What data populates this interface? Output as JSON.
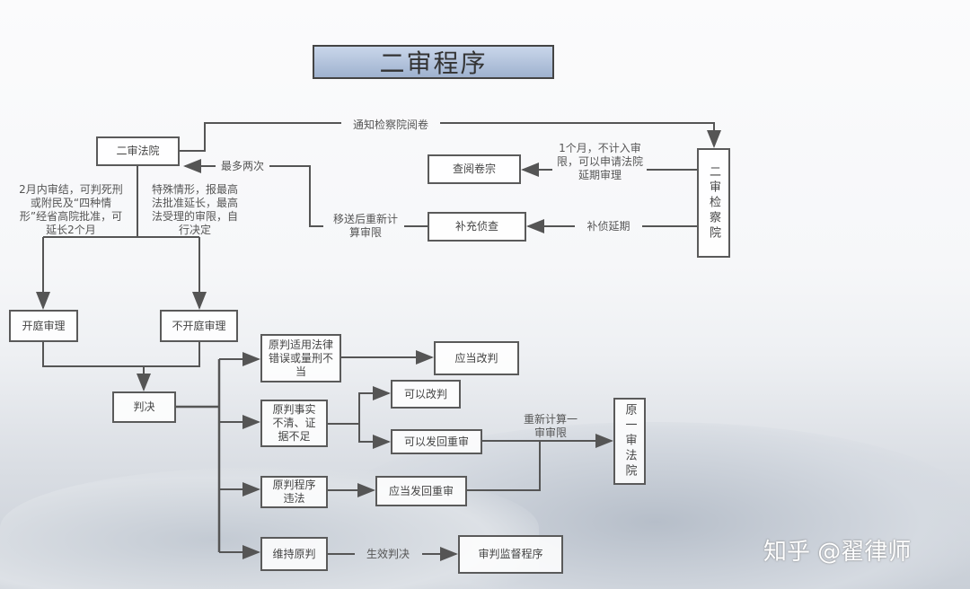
{
  "title": "二审程序",
  "nodes": {
    "second_court": "二审法院",
    "second_procuratorate": "二审检察院",
    "review_files": "查阅卷宗",
    "supplementary_investigation": "补充侦查",
    "open_trial": "开庭审理",
    "closed_trial": "不开庭审理",
    "judgment": "判决",
    "wrong_law": "原判适用法律错误或量刑不当",
    "should_change": "应当改判",
    "unclear_facts": "原判事实不清、证据不足",
    "may_change": "可以改判",
    "may_remand": "可以发回重审",
    "illegal_procedure": "原判程序违法",
    "must_remand": "应当发回重审",
    "original_court": "原一审法院",
    "uphold": "维持原判",
    "supervision": "审判监督程序"
  },
  "labels": {
    "notify": "通知检察院阅卷",
    "one_month": "1个月，不计入审限，可以申请法院延期审理",
    "extend_investigation": "补侦延期",
    "recalc": "移送后重新计算审限",
    "at_most_twice": "最多两次",
    "two_months": "2月内审结，可判死刑或附民及“四种情形”经省高院批准，可延长2个月",
    "special": "特殊情形，报最高法批准延长，最高法受理的审限，自行决定",
    "recalc_first": "重新计算一审审限",
    "effective": "生效判决"
  },
  "watermark": "知乎 @翟律师"
}
